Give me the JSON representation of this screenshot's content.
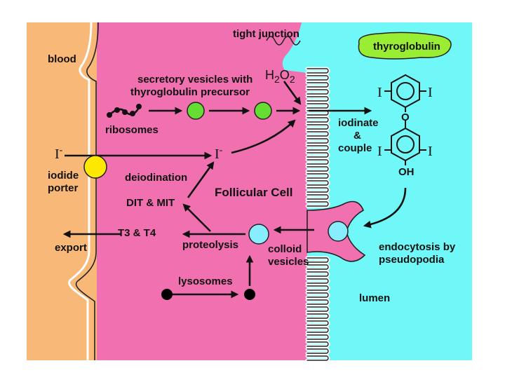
{
  "labels": {
    "tight_junction": "tight junction",
    "blood": "blood",
    "thyroglobulin": "thyroglobulin",
    "secretory_vesicles_line1": "secretory vesicles with",
    "secretory_vesicles_line2": "thyroglobulin precursor",
    "h2o2_h": "H",
    "h2o2_2a": "2",
    "h2o2_o": "O",
    "h2o2_2b": "2",
    "ribosomes": "ribosomes",
    "iodide_ion_blood": "I",
    "iodide_ion_cell": "I",
    "ion_charge": "-",
    "iodide_porter_line1": "iodide",
    "iodide_porter_line2": "porter",
    "deiodination": "deiodination",
    "follicular_cell": "Follicular Cell",
    "dit_mit": "DIT & MIT",
    "t3_t4": "T3 & T4",
    "export": "export",
    "proteolysis": "proteolysis",
    "colloid_line1": "colloid",
    "colloid_line2": "vesicles",
    "lysosomes": "lysosomes",
    "iodinate_line1": "iodinate",
    "iodinate_line2": "&",
    "iodinate_line3": "couple",
    "endocytosis_line1": "endocytosis by",
    "endocytosis_line2": "pseudopodia",
    "lumen": "lumen",
    "ring_top_left_i": "I",
    "ring_top_right_i": "I",
    "ring_oxygen": "O",
    "ring_bottom_left_i": "I",
    "ring_bottom_right_i": "I",
    "ring_oh": "OH"
  },
  "colors": {
    "blood": "#f8b878",
    "cell": "#f070b0",
    "lumen": "#70f8f8",
    "green_vesicle": "#66dd33",
    "yellow_porter": "#ffe800",
    "cyan_vesicle": "#88eeff",
    "black": "#000000"
  }
}
